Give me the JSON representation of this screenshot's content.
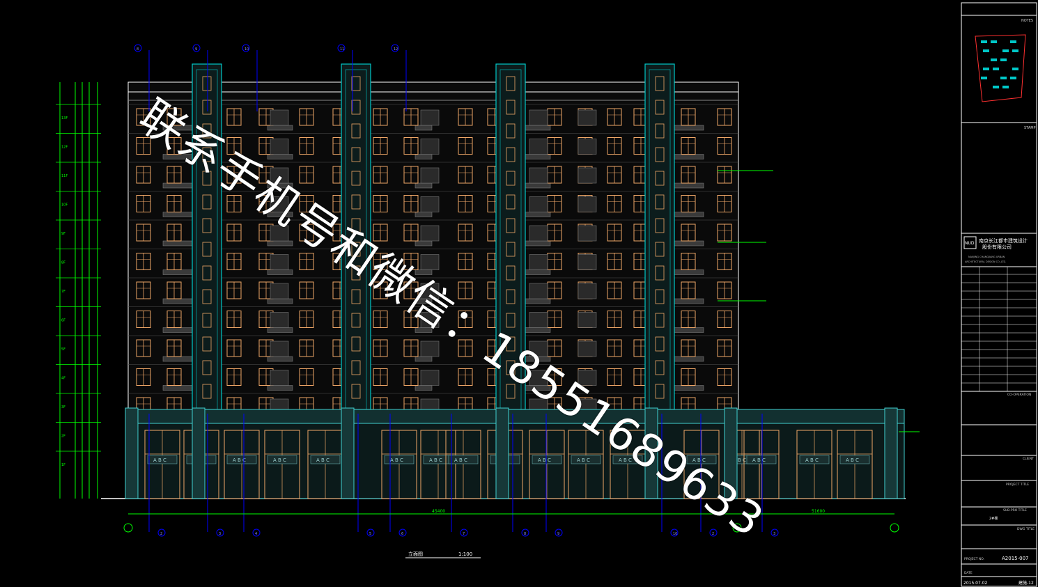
{
  "watermark": {
    "text": "联系手机号和微信：18551689633"
  },
  "title_block": {
    "notes_label": "NOTES",
    "stamp_label": "STAMP",
    "company_name_line1": "南京长江都市建筑设计",
    "company_name_line2": "股份有限公司",
    "company_en_line1": "NANJING CHANGJIANG URBAN",
    "company_en_line2": "ARCHITECTURAL DESIGN CO.,LTD.",
    "cooperation_label": "CO-OPERATION",
    "client_label": "CLIENT",
    "project_title_label": "PROJECT TITLE",
    "sub_project_title_label": "SUB-PRO TITLE",
    "sub_project_title": "2#楼",
    "dwg_title_label": "DWG TITLE",
    "project_no_label": "PROJECT NO.",
    "project_no": "A2015-007",
    "date_label": "DATE",
    "date": "2015.07.02",
    "sheet_no": "建施-12"
  },
  "drawing": {
    "elevation_title": "立面图",
    "scale": "1:100",
    "abc_label": "A B C",
    "floor_labels": [
      "13F",
      "12F",
      "11F",
      "10F",
      "9F",
      "8F",
      "7F",
      "6F",
      "5F",
      "4F",
      "3F",
      "2F",
      "1F"
    ],
    "grid_top": [
      "8",
      "9",
      "10",
      "11",
      "12"
    ],
    "grid_bottom": [
      "2",
      "3",
      "4",
      "5",
      "6",
      "7",
      "8",
      "9",
      "10"
    ],
    "dim_left": "45400",
    "dim_right": "51600"
  },
  "colors": {
    "background": "#000000",
    "outline": "#ffffff",
    "dimension": "#00ff00",
    "grid": "#0000ff",
    "window": "#f0a868",
    "facade": "#00c8c8",
    "podium": "#40d0d0",
    "red_line": "#ff3030"
  }
}
